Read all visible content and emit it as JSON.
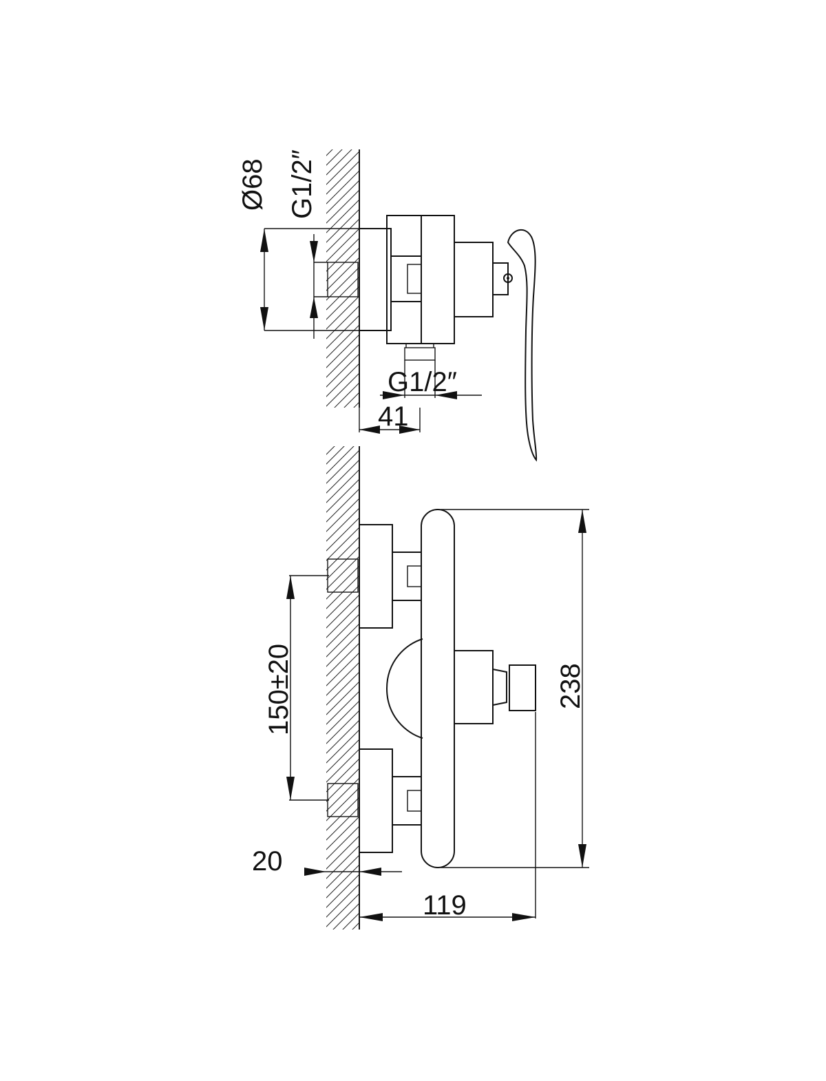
{
  "dimensions": {
    "diameter": "Ø68",
    "thread_inlet": "G1/2″",
    "thread_outlet": "G1/2″",
    "depth_41": "41",
    "spacing": "150±20",
    "height": "238",
    "wall_offset": "20",
    "projection": "119"
  }
}
